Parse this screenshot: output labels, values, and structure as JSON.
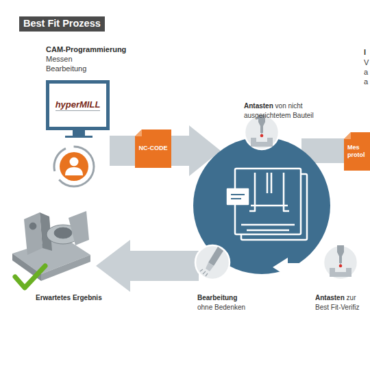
{
  "diagram": {
    "title": "Best Fit Prozess",
    "nodes": [
      {
        "text": [
          "CAM-Programmierung",
          "Messen Bearbeitung",
          "hyperMILL"
        ]
      },
      {
        "text": [
          "Antasten",
          "von nicht ausgerichtetem Bauteil"
        ]
      },
      {
        "text": [
          "NC-CODE"
        ]
      },
      {
        "text": [
          "Mes protol"
        ]
      },
      {
        "text": [
          "Erwartetes Ergebnis"
        ]
      },
      {
        "text": [
          "Bearbeitung",
          "ohne Bedenken"
        ]
      },
      {
        "text": [
          "Antasten",
          "zur Best Fit-Verifiz"
        ]
      }
    ],
    "labels": [
      "I",
      "V",
      "a",
      "a"
    ]
  }
}
